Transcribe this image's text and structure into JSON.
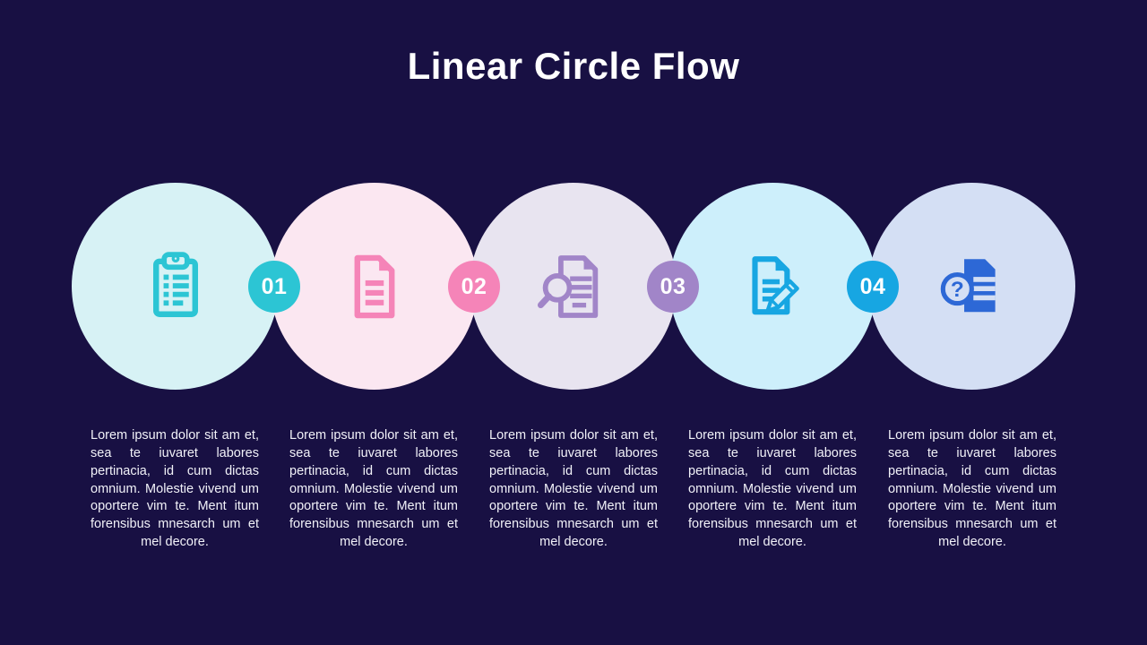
{
  "slide": {
    "title": "Linear Circle Flow",
    "background_color": "#181043",
    "body_text_color": "#F1F1F8"
  },
  "steps": [
    {
      "icon": "clipboard-checklist-icon",
      "accent_color": "#2CC5D4",
      "circle_color": "#D7F2F5",
      "description": "Lorem ipsum dolor sit am et, sea te iuvaret labores pertinacia, id cum dictas omnium. Molestie vivend um oportere vim te. Ment itum forensibus mnesarch um et mel decore."
    },
    {
      "icon": "document-icon",
      "accent_color": "#F584B8",
      "circle_color": "#FBE7F1",
      "description": "Lorem ipsum dolor sit am et, sea te iuvaret labores pertinacia, id cum dictas omnium. Molestie vivend um oportere vim te. Ment itum forensibus mnesarch um et mel decore."
    },
    {
      "icon": "document-search-icon",
      "accent_color": "#A185C8",
      "circle_color": "#E8E4F0",
      "description": "Lorem ipsum dolor sit am et, sea te iuvaret labores pertinacia, id cum dictas omnium. Molestie vivend um oportere vim te. Ment itum forensibus mnesarch um et mel decore."
    },
    {
      "icon": "document-edit-icon",
      "accent_color": "#17A6E2",
      "circle_color": "#CDEFFB",
      "description": "Lorem ipsum dolor sit am et, sea te iuvaret labores pertinacia, id cum dictas omnium. Molestie vivend um oportere vim te. Ment itum forensibus mnesarch um et mel decore."
    },
    {
      "icon": "document-question-icon",
      "accent_color": "#2D68D6",
      "circle_color": "#D4DFF4",
      "question_glyph": "?",
      "description": "Lorem ipsum dolor sit am et, sea te iuvaret labores pertinacia, id cum dictas omnium. Molestie vivend um oportere vim te. Ment itum forensibus mnesarch um et mel decore."
    }
  ],
  "connectors": [
    {
      "label": "01",
      "color": "#2CC5D4"
    },
    {
      "label": "02",
      "color": "#F584B8"
    },
    {
      "label": "03",
      "color": "#A185C8"
    },
    {
      "label": "04",
      "color": "#17A6E2"
    }
  ]
}
